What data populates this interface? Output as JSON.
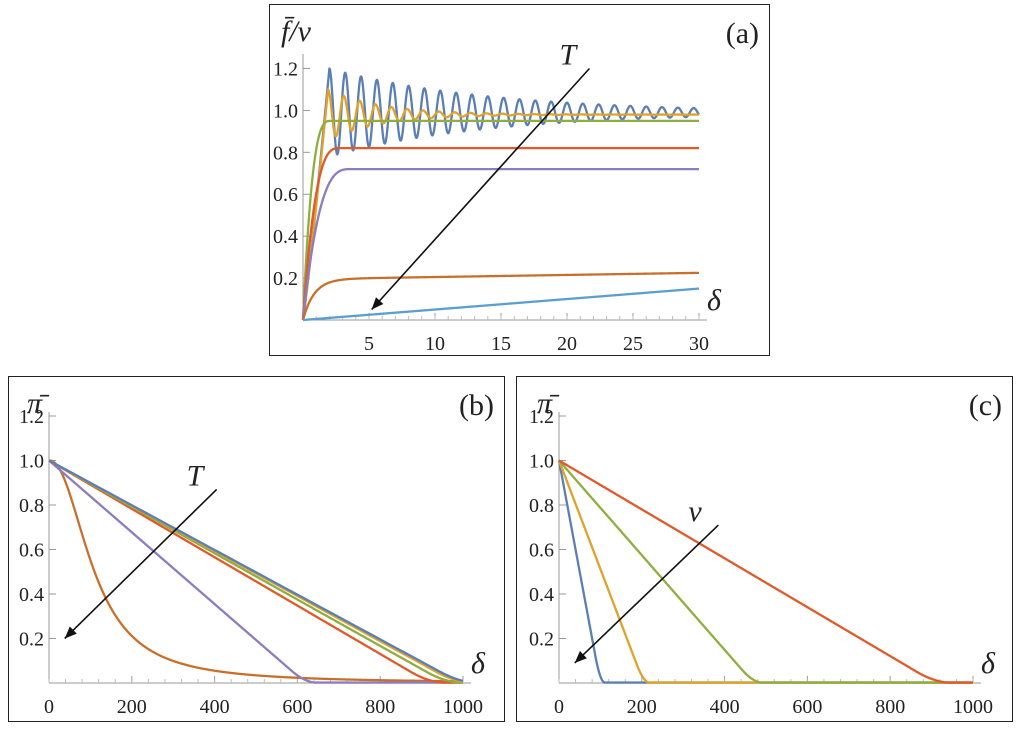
{
  "chart_data": [
    {
      "panel": "(a)",
      "type": "line",
      "ylabel": "f̄/ν",
      "xlabel": "δ",
      "arrow_label": "T",
      "xlim": [
        0,
        30
      ],
      "ylim": [
        0,
        1.25
      ],
      "xticks": [
        5,
        10,
        15,
        20,
        25,
        30
      ],
      "yticks": [
        0.2,
        0.4,
        0.6,
        0.8,
        1.0,
        1.2
      ],
      "series": [
        {
          "color": "#5B7FB5",
          "kind": "oscill",
          "peak_x": 2.0,
          "peak_y": 1.2,
          "plateau": 0.99,
          "period": 1.2,
          "decay": 12
        },
        {
          "color": "#E0A22A",
          "kind": "oscill",
          "peak_x": 1.9,
          "peak_y": 1.1,
          "plateau": 0.98,
          "period": 1.2,
          "decay": 4
        },
        {
          "color": "#8FAE3E",
          "kind": "smooth",
          "t_end": 1.5,
          "plateau": 0.95
        },
        {
          "color": "#E05A2B",
          "kind": "smooth",
          "t_end": 2.0,
          "plateau": 0.82
        },
        {
          "color": "#8D7CBE",
          "kind": "smooth",
          "t_end": 2.6,
          "plateau": 0.72
        },
        {
          "color": "#C8702A",
          "kind": "sat_lin",
          "t_end": 2.7,
          "plateau": 0.195,
          "end_y": 0.225
        },
        {
          "color": "#5A9FCF",
          "kind": "linear",
          "end_y": 0.15
        }
      ],
      "arrow": {
        "from": [
          21.7,
          1.2
        ],
        "to": [
          5.2,
          0.05
        ]
      }
    },
    {
      "panel": "(b)",
      "type": "line",
      "ylabel": "π̄",
      "xlabel": "δ",
      "arrow_label": "T",
      "xlim": [
        0,
        1000
      ],
      "ylim": [
        0,
        1.2
      ],
      "xticks": [
        0,
        200,
        400,
        600,
        800,
        1000
      ],
      "yticks": [
        0.2,
        0.4,
        0.6,
        0.8,
        1.0,
        1.2
      ],
      "series": [
        {
          "color": "#C8702A",
          "kind": "decay",
          "x_half": 110,
          "k": 55
        },
        {
          "color": "#8D7CBE",
          "kind": "ramp",
          "x_end": 620
        },
        {
          "color": "#E05A2B",
          "kind": "ramp",
          "x_end": 920
        },
        {
          "color": "#8FAE3E",
          "kind": "ramp",
          "x_end": 960
        },
        {
          "color": "#E0A22A",
          "kind": "ramp",
          "x_end": 985
        },
        {
          "color": "#5B7FB5",
          "kind": "ramp",
          "x_end": 995
        }
      ],
      "arrow": {
        "from": [
          405,
          0.87
        ],
        "to": [
          38,
          0.2
        ]
      }
    },
    {
      "panel": "(c)",
      "type": "line",
      "ylabel": "π̄",
      "xlabel": "δ",
      "arrow_label": "ν",
      "xlim": [
        0,
        1000
      ],
      "ylim": [
        0,
        1.2
      ],
      "xticks": [
        0,
        200,
        400,
        600,
        800,
        1000
      ],
      "yticks": [
        0.2,
        0.4,
        0.6,
        0.8,
        1.0,
        1.2
      ],
      "series": [
        {
          "color": "#5B7FB5",
          "kind": "ramp",
          "x_end": 100
        },
        {
          "color": "#E0A22A",
          "kind": "ramp",
          "x_end": 205
        },
        {
          "color": "#8FAE3E",
          "kind": "ramp",
          "x_end": 470
        },
        {
          "color": "#E05A2B",
          "kind": "ramp",
          "x_end": 910
        }
      ],
      "arrow": {
        "from": [
          385,
          0.71
        ],
        "to": [
          38,
          0.09
        ]
      }
    }
  ]
}
